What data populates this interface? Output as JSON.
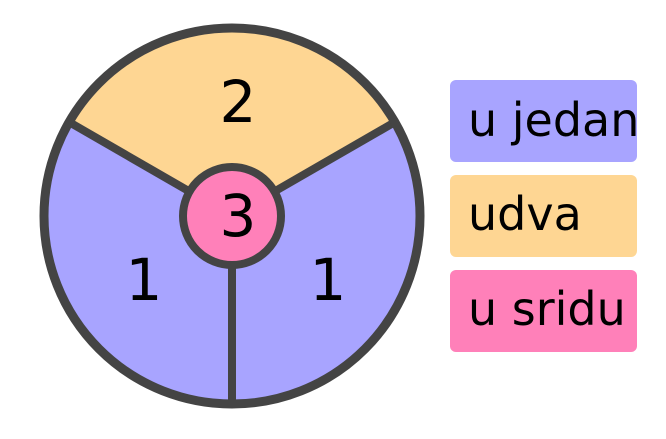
{
  "diagram": {
    "segments": [
      {
        "id": "left",
        "label": "1",
        "color": "#a8a4ff"
      },
      {
        "id": "right",
        "label": "1",
        "color": "#a8a4ff"
      },
      {
        "id": "top",
        "label": "2",
        "color": "#fed693"
      },
      {
        "id": "center",
        "label": "3",
        "color": "#ff80b9"
      }
    ],
    "outline_color": "#444444"
  },
  "legend": {
    "items": [
      {
        "label": "u jedan",
        "color": "#a8a4ff"
      },
      {
        "label": "udva",
        "color": "#fed693"
      },
      {
        "label": "u sridu",
        "color": "#ff80b9"
      }
    ]
  }
}
